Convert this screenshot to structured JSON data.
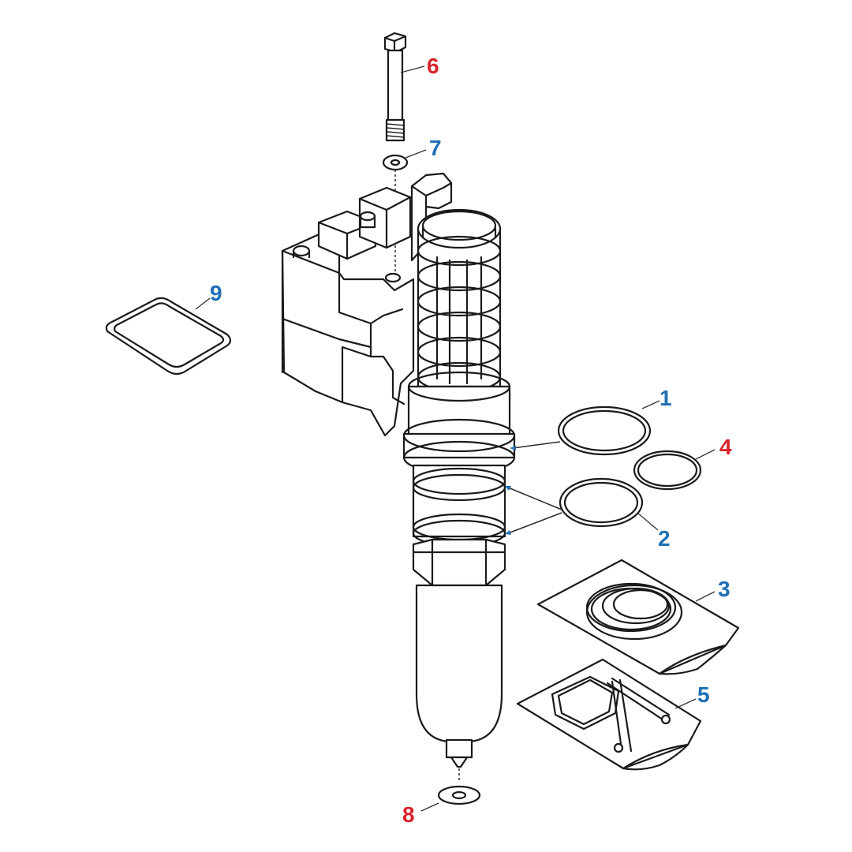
{
  "colors": {
    "callout_red": "#d8232a",
    "callout_blue": "#1f6fb5",
    "line": "#1a1a1a"
  },
  "callouts": [
    {
      "id": "1",
      "label": "1",
      "color": "blue"
    },
    {
      "id": "2",
      "label": "2",
      "color": "blue"
    },
    {
      "id": "3",
      "label": "3",
      "color": "blue"
    },
    {
      "id": "4",
      "label": "4",
      "color": "red"
    },
    {
      "id": "5",
      "label": "5",
      "color": "blue"
    },
    {
      "id": "6",
      "label": "6",
      "color": "red"
    },
    {
      "id": "7",
      "label": "7",
      "color": "blue"
    },
    {
      "id": "8",
      "label": "8",
      "color": "red"
    },
    {
      "id": "9",
      "label": "9",
      "color": "blue"
    }
  ]
}
